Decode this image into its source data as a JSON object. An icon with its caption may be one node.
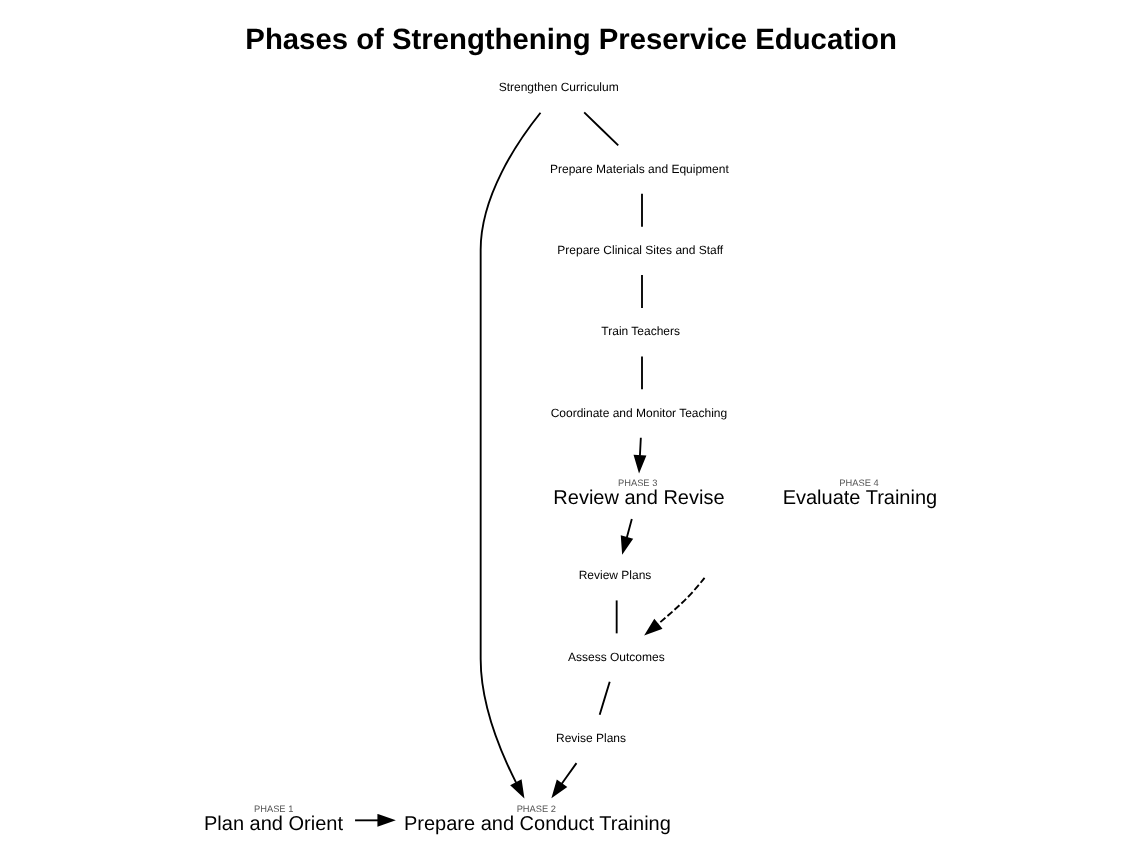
{
  "diagram": {
    "title": "Phases of Strengthening Preservice Education",
    "nodes": [
      {
        "text": [
          "PHASE 1",
          "Plan and Orient"
        ]
      },
      {
        "text": [
          "PHASE 2",
          "Prepare and Conduct Training"
        ]
      },
      {
        "text": [
          "Strengthen Curriculum"
        ]
      },
      {
        "text": [
          "Prepare Materials and Equipment"
        ]
      },
      {
        "text": [
          "Prepare Clinical Sites and Staff"
        ]
      },
      {
        "text": [
          "Train Teachers"
        ]
      },
      {
        "text": [
          "Coordinate and Monitor Teaching"
        ]
      },
      {
        "text": [
          "PHASE 3",
          "Review and Revise"
        ]
      },
      {
        "text": [
          "Review Plans"
        ]
      },
      {
        "text": [
          "PHASE 4",
          "Evaluate Training"
        ]
      },
      {
        "text": [
          "Assess Outcomes"
        ]
      },
      {
        "text": [
          "Revise Plans"
        ]
      }
    ],
    "edges": [
      {
        "from": 0,
        "to": 1,
        "arrow": "to"
      },
      {
        "from": 2,
        "to": 1,
        "arrow": "to"
      },
      {
        "from": 2,
        "to": 3,
        "arrow": "none"
      },
      {
        "from": 3,
        "to": 4,
        "arrow": "none"
      },
      {
        "from": 4,
        "to": 5,
        "arrow": "none"
      },
      {
        "from": 5,
        "to": 6,
        "arrow": "none"
      },
      {
        "from": 6,
        "to": 7,
        "arrow": "to"
      },
      {
        "from": 7,
        "to": 8,
        "arrow": "to"
      },
      {
        "from": 8,
        "to": 10,
        "arrow": "none"
      },
      {
        "from": null,
        "to": 10,
        "arrow": "to",
        "style": "dashed"
      },
      {
        "from": 10,
        "to": 11,
        "arrow": "none"
      },
      {
        "from": 11,
        "to": 1,
        "arrow": "to"
      }
    ]
  }
}
